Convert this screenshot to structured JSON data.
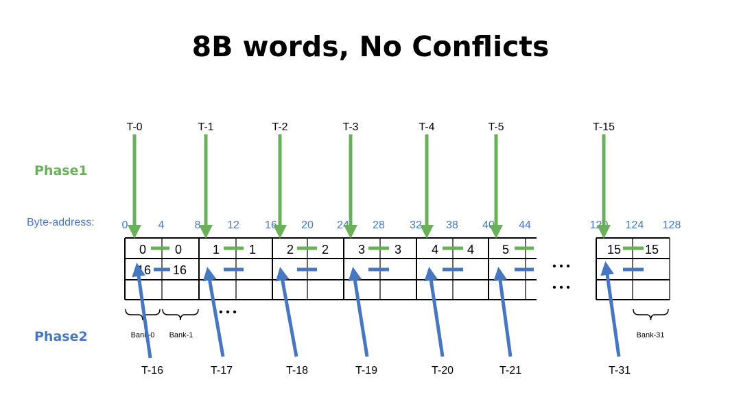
{
  "title": "8B words, No Conflicts",
  "colors": {
    "phase1": "#6aaf5a",
    "phase2": "#4777c0",
    "text": "#000000"
  },
  "phase1": {
    "label": "Phase1",
    "threads": [
      "T-0",
      "T-1",
      "T-2",
      "T-3",
      "T-4",
      "T-5",
      "T-15"
    ]
  },
  "phase2": {
    "label": "Phase2",
    "threads": [
      "T-16",
      "T-17",
      "T-18",
      "T-19",
      "T-20",
      "T-21",
      "T-31"
    ]
  },
  "byte_address": {
    "label": "Byte-address:",
    "values": [
      "0",
      "4",
      "8",
      "12",
      "16",
      "20",
      "24",
      "28",
      "32",
      "38",
      "40",
      "44",
      "120",
      "124",
      "128"
    ]
  },
  "row1_words": [
    "0",
    "0",
    "1",
    "1",
    "2",
    "2",
    "3",
    "3",
    "4",
    "4",
    "5",
    "15",
    "15"
  ],
  "row2_words": [
    "16",
    "16"
  ],
  "ellipsis": "• • •",
  "banks": [
    "Bank-0",
    "Bank-1",
    "Bank-31"
  ]
}
